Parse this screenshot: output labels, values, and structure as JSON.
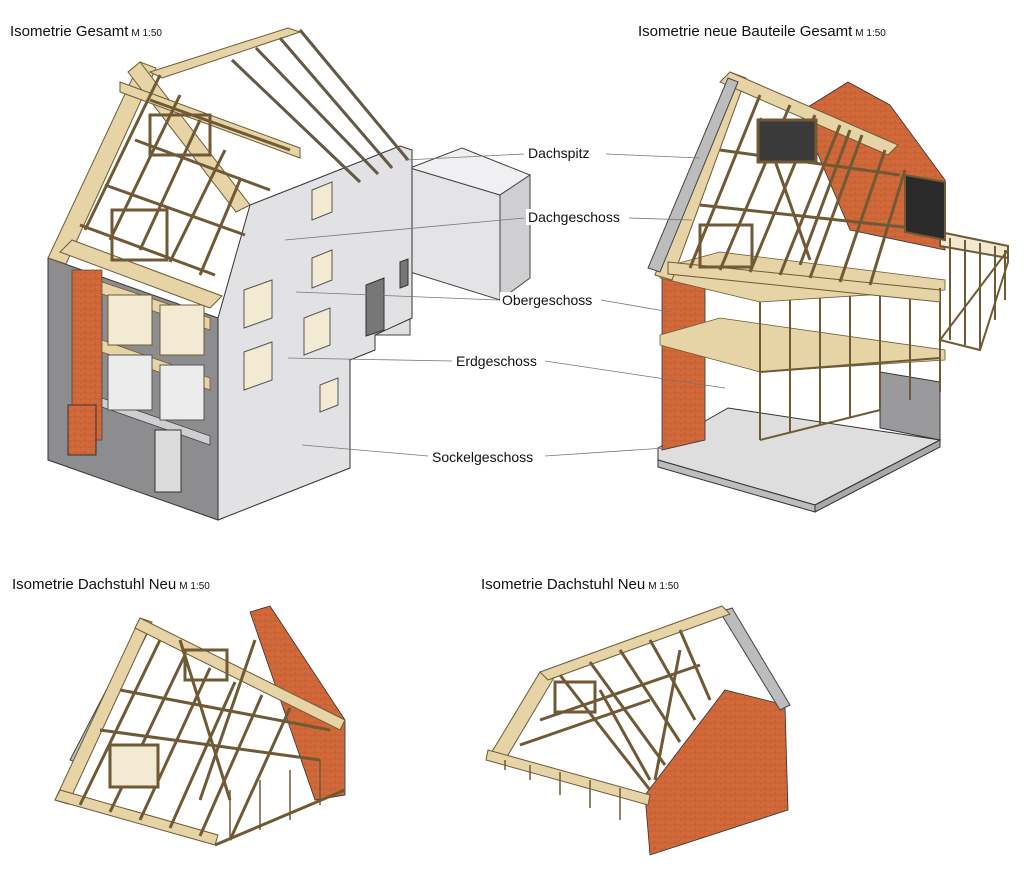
{
  "titles": {
    "gesamt": {
      "text": "Isometrie Gesamt",
      "scale": "M 1:50"
    },
    "neue_bauteile": {
      "text": "Isometrie neue Bauteile Gesamt",
      "scale": "M 1:50"
    },
    "dachstuhl_1": {
      "text": "Isometrie Dachstuhl Neu",
      "scale": "M 1:50"
    },
    "dachstuhl_2": {
      "text": "Isometrie Dachstuhl Neu",
      "scale": "M 1:50"
    }
  },
  "labels": {
    "dachspitz": "Dachspitz",
    "dachgeschoss": "Dachgeschoss",
    "obergeschoss": "Obergeschoss",
    "erdgeschoss": "Erdgeschoss",
    "sockelgeschoss": "Sockelgeschoss"
  },
  "colors": {
    "timber": "#e6d3a6",
    "timber_stroke": "#6f5a35",
    "brick": "#d2693a",
    "concrete_light": "#e2e2e4",
    "concrete_dark": "#8d8d90",
    "floor": "#dedede",
    "leader": "#777777"
  }
}
